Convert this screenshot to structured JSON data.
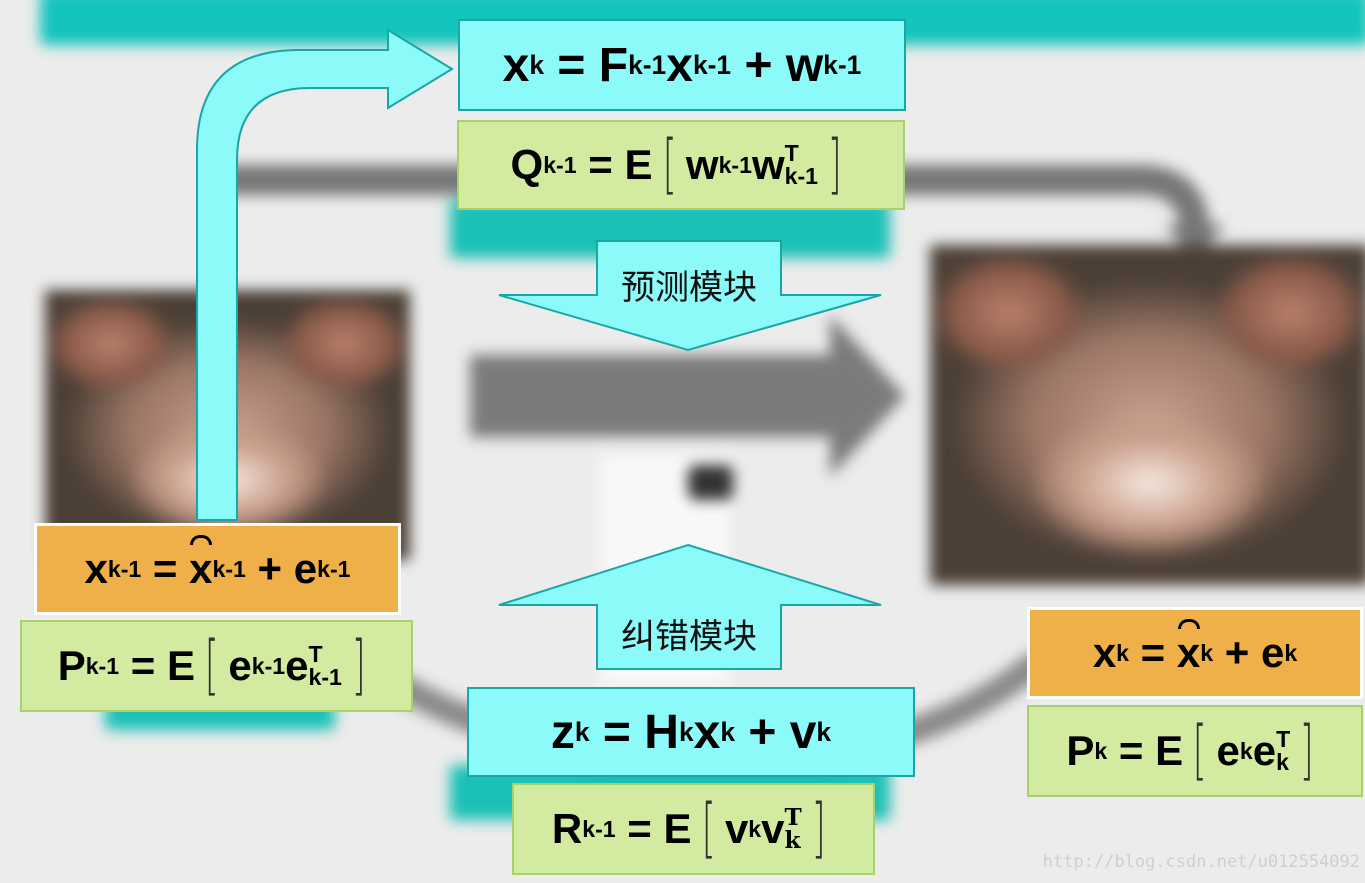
{
  "predict_label": "预测模块",
  "correct_label": "纠错模块",
  "watermark": "http://blog.csdn.net/u012554092",
  "eq_state": {
    "lhs": "x",
    "lhs_sub": "k",
    "F": "F",
    "F_sub": "k-1",
    "x": "x",
    "x_sub": "k-1",
    "w": "w",
    "w_sub": "k-1"
  },
  "eq_Q": {
    "lhs": "Q",
    "lhs_sub": "k-1",
    "E": "E",
    "a": "w",
    "a_sub": "k-1",
    "b": "w",
    "b_sub": "k-1",
    "b_sup": "T"
  },
  "eq_meas": {
    "lhs": "z",
    "lhs_sub": "k",
    "H": "H",
    "H_sub": "k",
    "x": "x",
    "x_sub": "k",
    "v": "v",
    "v_sub": "k"
  },
  "eq_R": {
    "lhs": "R",
    "lhs_sub": "k-1",
    "E": "E",
    "a": "v",
    "a_sub": "k",
    "b": "v",
    "b_sub": "k",
    "b_sup": "T"
  },
  "eq_prev_x": {
    "lhs": "x",
    "lhs_sub": "k-1",
    "xhat": "x",
    "xhat_sub": "k-1",
    "e": "e",
    "e_sub": "k-1"
  },
  "eq_prev_P": {
    "lhs": "P",
    "lhs_sub": "k-1",
    "E": "E",
    "a": "e",
    "a_sub": "k-1",
    "b": "e",
    "b_sub": "k-1",
    "b_sup": "T"
  },
  "eq_cur_x": {
    "lhs": "x",
    "lhs_sub": "k",
    "xhat": "x",
    "xhat_sub": "k",
    "e": "e",
    "e_sub": "k"
  },
  "eq_cur_P": {
    "lhs": "P",
    "lhs_sub": "k",
    "E": "E",
    "a": "e",
    "a_sub": "k",
    "b": "e",
    "b_sub": "k",
    "b_sup": "T"
  }
}
